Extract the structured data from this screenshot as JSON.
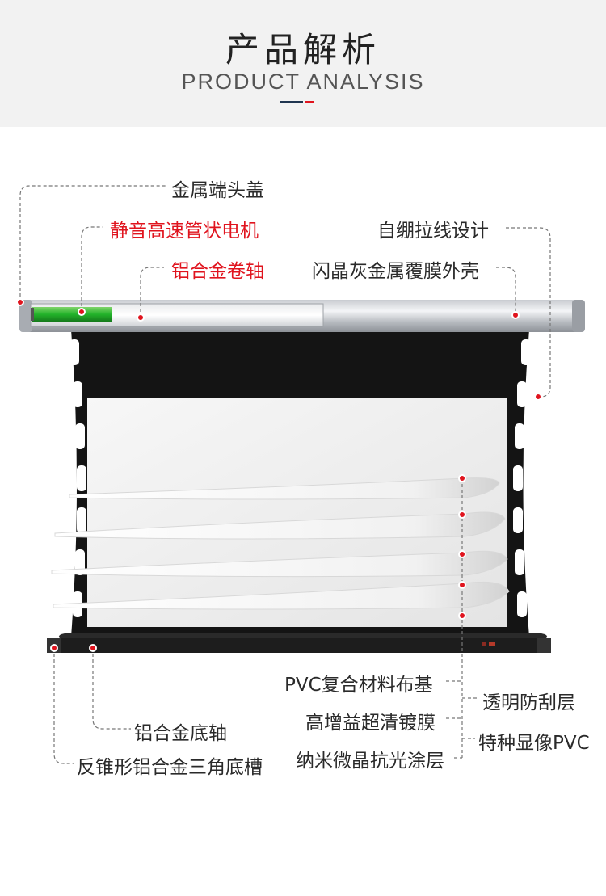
{
  "header": {
    "title_cn": "产品解析",
    "title_en": "PRODUCT ANALYSIS",
    "accent_colors": [
      "#1f3550",
      "#e0141e"
    ]
  },
  "colors": {
    "highlight_red": "#e0141e",
    "motor_green": "#23b32a"
  },
  "callouts": {
    "end_cap": "金属端头盖",
    "motor": "静音高速管状电机",
    "roller": "铝合金卷轴",
    "tension": "自绷拉线设计",
    "housing": "闪晶灰金属覆膜外壳",
    "pvc_base": "PVC复合材料布基",
    "gain_film": "高增益超清镀膜",
    "nano_coating": "纳米微晶抗光涂层",
    "scratch_layer": "透明防刮层",
    "display_pvc": "特种显像PVC",
    "bottom_bar": "铝合金底轴",
    "bottom_slot": "反锥形铝合金三角底槽"
  }
}
